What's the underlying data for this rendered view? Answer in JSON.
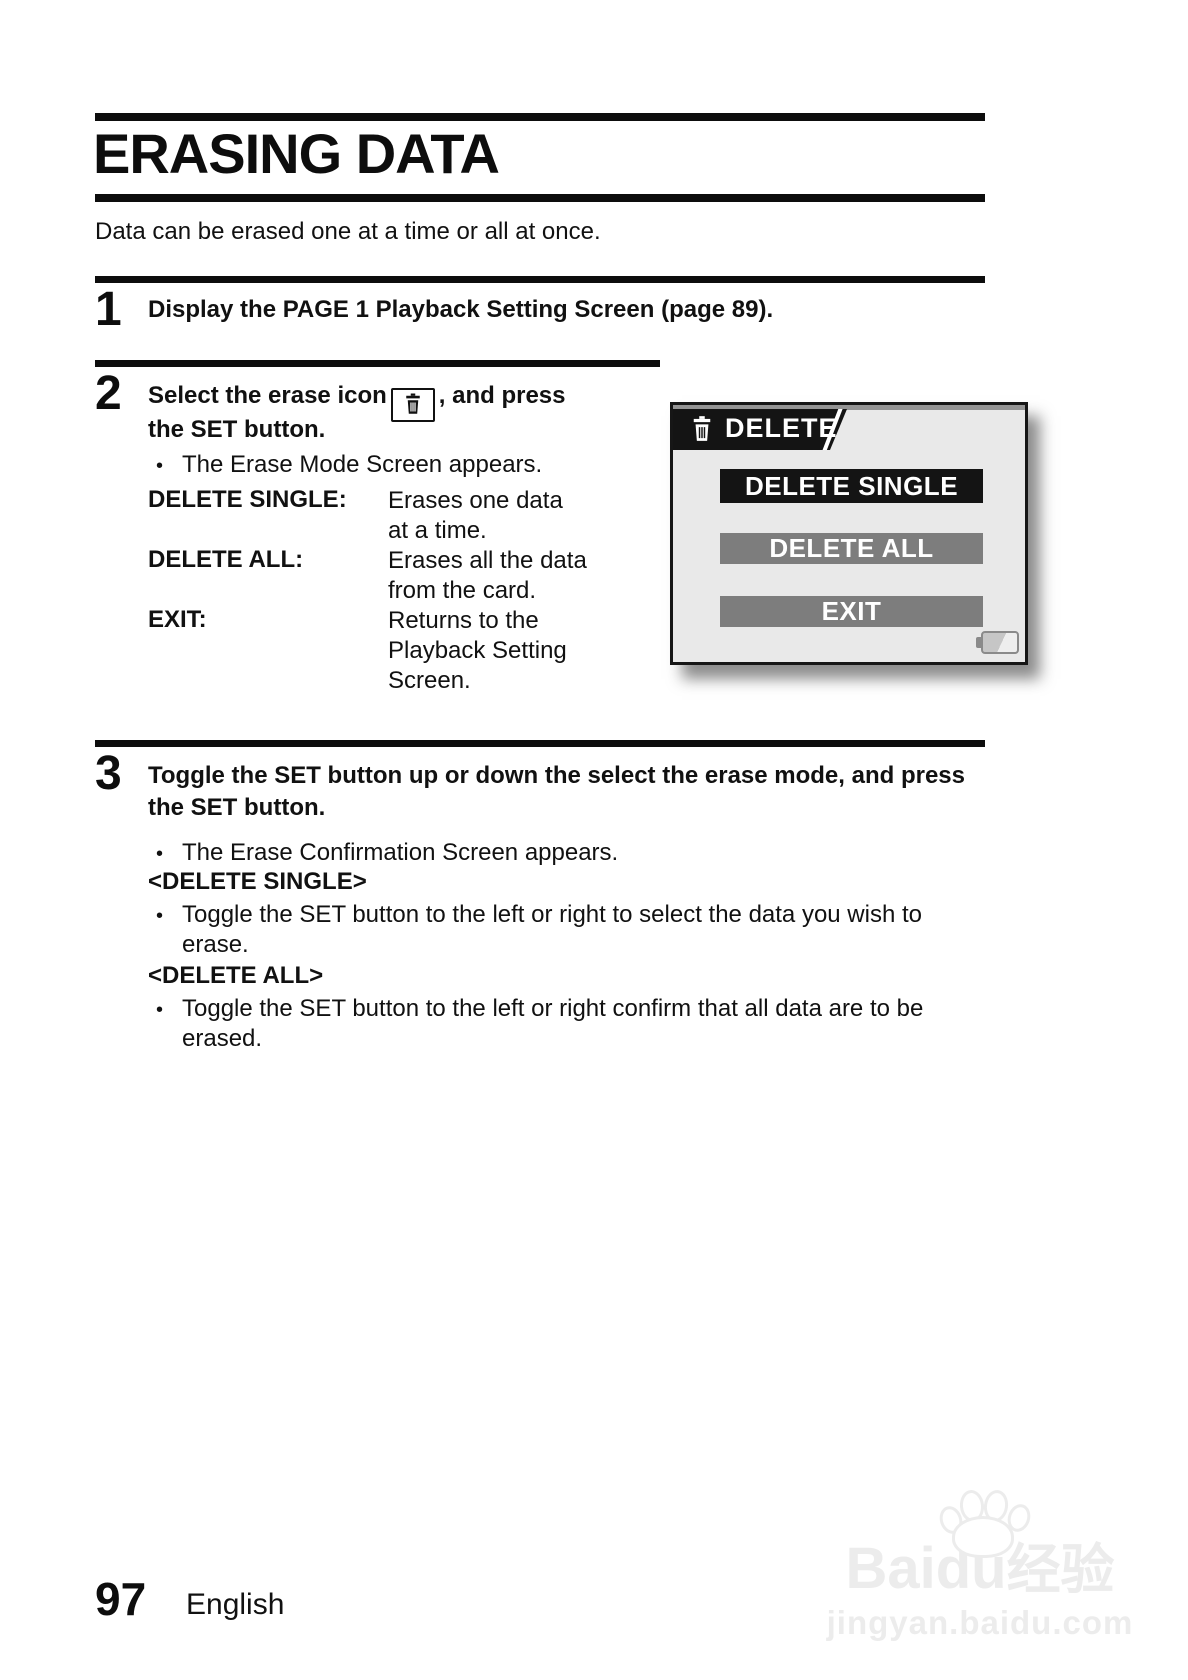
{
  "header": {
    "title": "ERASING DATA",
    "intro": "Data can be erased one at a time or all at once."
  },
  "steps": {
    "step1": {
      "number": "1",
      "heading": "Display the PAGE 1 Playback Setting Screen (page 89)."
    },
    "step2": {
      "number": "2",
      "heading_pre": "Select the erase icon",
      "heading_post": ", and press",
      "heading_line2": "the SET button.",
      "bullet": "The Erase Mode Screen appears.",
      "definitions": [
        {
          "term": "DELETE SINGLE:",
          "desc": "Erases one data at a time."
        },
        {
          "term": "DELETE ALL:",
          "desc": "Erases all the data from the card."
        },
        {
          "term": "EXIT:",
          "desc": "Returns to the Playback Setting Screen."
        }
      ]
    },
    "step3": {
      "number": "3",
      "heading": "Toggle the SET button up or down the select the erase mode, and press the SET button.",
      "bullet": "The Erase Confirmation Screen appears.",
      "delete_single_label": "<DELETE SINGLE>",
      "delete_single_bullet": "Toggle the SET button to the left or right to select the data you wish to erase.",
      "delete_all_label": "<DELETE ALL>",
      "delete_all_bullet": "Toggle the SET button to the left or right confirm that all data are to be erased."
    }
  },
  "camera_screen": {
    "banner_label": "DELETE",
    "menu": [
      {
        "label": "DELETE SINGLE",
        "state": "selected"
      },
      {
        "label": "DELETE ALL",
        "state": "normal"
      },
      {
        "label": "EXIT",
        "state": "normal"
      }
    ],
    "icons": {
      "banner": "trash-icon",
      "status": "battery-icon"
    }
  },
  "footer": {
    "page_number": "97",
    "language": "English"
  },
  "watermark": {
    "brand": "Baidu",
    "suffix": "经验",
    "url": "jingyan.baidu.com"
  },
  "colors": {
    "rule": "#0d0d0d",
    "screen_bg": "#e9e9e9",
    "banner_bg": "#141414",
    "selected_bar_bg": "#141414",
    "normal_bar_bg": "#7d7d7d",
    "bar_text": "#ffffff",
    "watermark": "#ececec"
  }
}
